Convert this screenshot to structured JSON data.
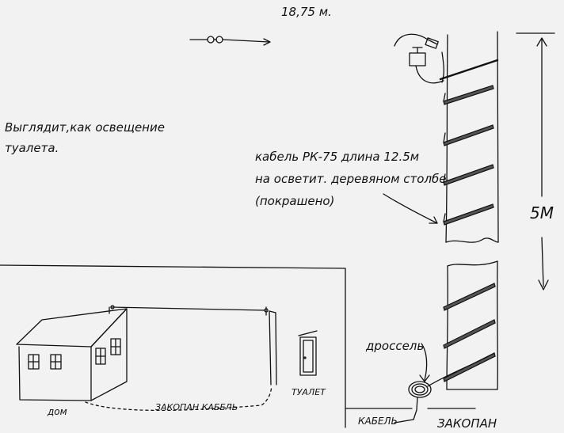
{
  "labels": {
    "length_top": "18,75 м.",
    "looks_like": "Выглядит,как освещение",
    "looks_like_2": "туалета.",
    "cable_line1": "кабель РК-75 длина 12.5м",
    "cable_line2": "на осветит. деревяном столбе",
    "cable_line3": "(покрашено)",
    "height": "5M",
    "choke": "дроссель",
    "cable_bottom": "КАБЕЛЬ",
    "buried_bottom": "ЗАКОПАН",
    "house": "дом",
    "buried_cable": "ЗАКОПАН КАБЕЛЬ",
    "toilet": "ТУАЛЕТ"
  },
  "colors": {
    "ink": "#111111",
    "background": "#f2f2f2",
    "coil_fill": "#555555"
  }
}
